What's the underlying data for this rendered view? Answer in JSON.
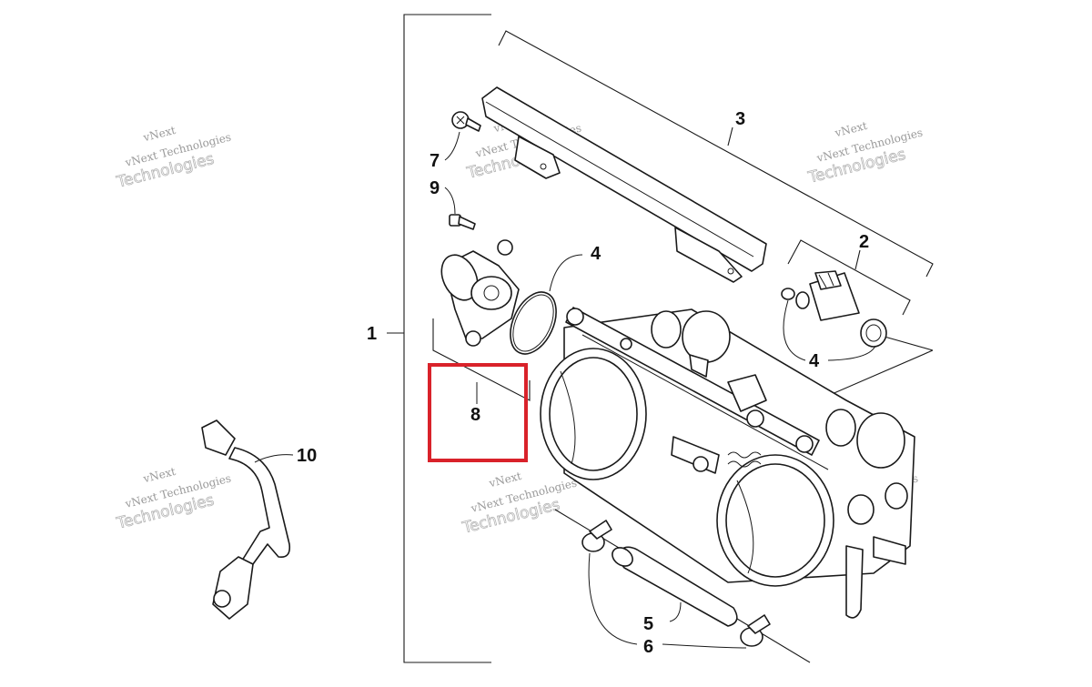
{
  "diagram": {
    "callouts": {
      "c1": "1",
      "c2": "2",
      "c3": "3",
      "c4a": "4",
      "c4b": "4",
      "c5": "5",
      "c6": "6",
      "c7": "7",
      "c8": "8",
      "c9": "9",
      "c10": "10"
    },
    "highlight_color": "#d9222a",
    "watermark": {
      "line1": "vNext",
      "line2": "vNext Technologies",
      "line3": "Technologies"
    }
  }
}
